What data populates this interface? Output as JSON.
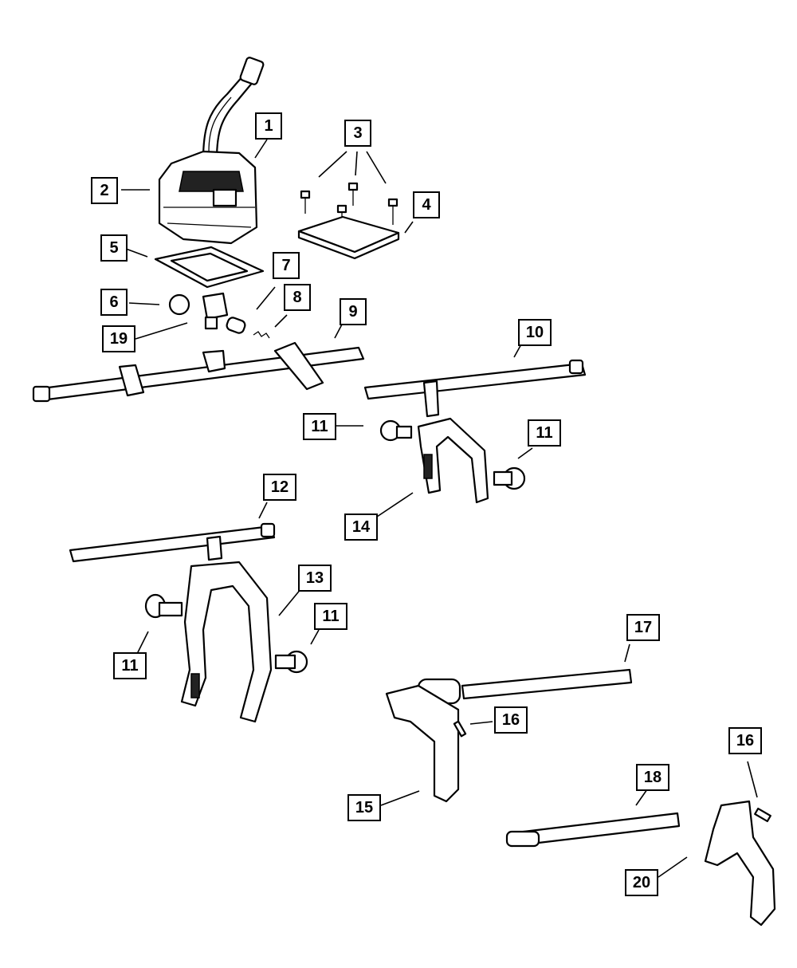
{
  "diagram": {
    "callouts": [
      {
        "id": "c1",
        "label": "1"
      },
      {
        "id": "c2",
        "label": "2"
      },
      {
        "id": "c3",
        "label": "3"
      },
      {
        "id": "c4",
        "label": "4"
      },
      {
        "id": "c5",
        "label": "5"
      },
      {
        "id": "c6",
        "label": "6"
      },
      {
        "id": "c7",
        "label": "7"
      },
      {
        "id": "c8",
        "label": "8"
      },
      {
        "id": "c9",
        "label": "9"
      },
      {
        "id": "c19",
        "label": "19"
      },
      {
        "id": "c10",
        "label": "10"
      },
      {
        "id": "c11a",
        "label": "11"
      },
      {
        "id": "c11b",
        "label": "11"
      },
      {
        "id": "c14",
        "label": "14"
      },
      {
        "id": "c12",
        "label": "12"
      },
      {
        "id": "c13",
        "label": "13"
      },
      {
        "id": "c11c",
        "label": "11"
      },
      {
        "id": "c11d",
        "label": "11"
      },
      {
        "id": "c17",
        "label": "17"
      },
      {
        "id": "c16a",
        "label": "16"
      },
      {
        "id": "c15",
        "label": "15"
      },
      {
        "id": "c16b",
        "label": "16"
      },
      {
        "id": "c18",
        "label": "18"
      },
      {
        "id": "c20",
        "label": "20"
      }
    ]
  }
}
